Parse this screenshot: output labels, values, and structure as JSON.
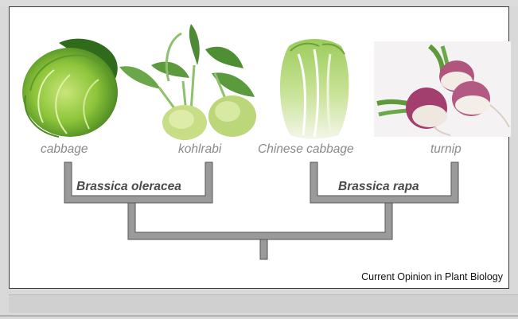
{
  "vegetables": [
    {
      "id": "cabbage",
      "label": "cabbage"
    },
    {
      "id": "kohlrabi",
      "label": "kohlrabi"
    },
    {
      "id": "chinese-cabbage",
      "label": "Chinese cabbage"
    },
    {
      "id": "turnip",
      "label": "turnip"
    }
  ],
  "species": [
    {
      "label": "Brassica oleracea"
    },
    {
      "label": "Brassica rapa"
    }
  ],
  "credit": "Current Opinion in Plant Biology",
  "colors": {
    "tree_line": "#555555",
    "tree_fill": "#9a9a9a",
    "vegetable_label": "#8a8a8a",
    "species_label": "#4a4a4a"
  }
}
